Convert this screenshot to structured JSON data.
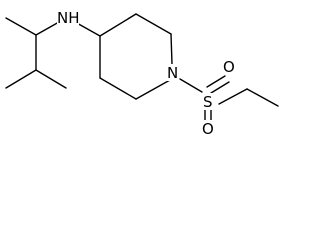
{
  "molecule": {
    "atoms": {
      "nh": "NH",
      "n_ring": "N",
      "s": "S",
      "o_top": "O",
      "o_bottom": "O"
    },
    "colors": {
      "bond": "#000000",
      "label": "#000000",
      "background": "#ffffff"
    }
  }
}
